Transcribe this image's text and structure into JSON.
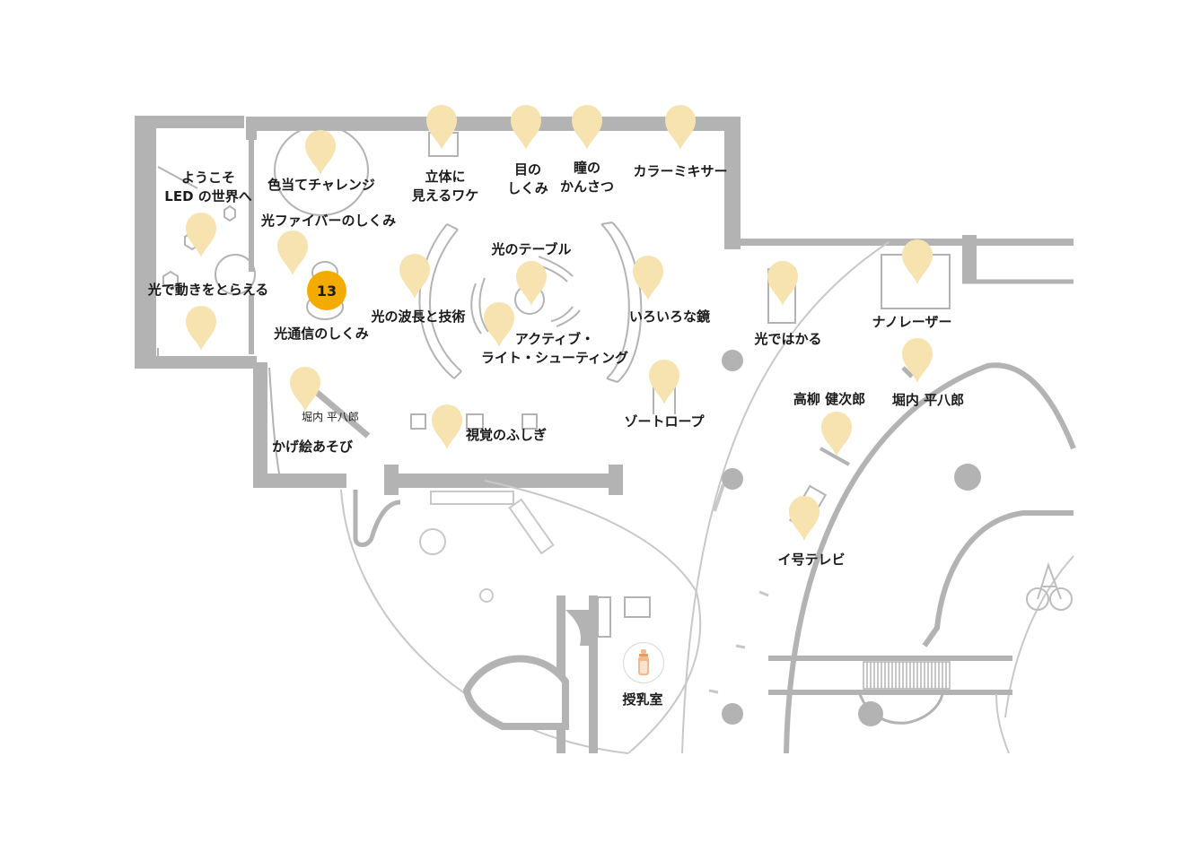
{
  "colors": {
    "wall": "#b3b3b3",
    "pin": "#f7e3b0",
    "badge": "#f3ab00",
    "line": "#9a9a9a",
    "text": "#1a1a1a"
  },
  "current_location_badge": "13",
  "exhibits": [
    {
      "id": "welcome",
      "label": "ようこそ\nLED の世界へ"
    },
    {
      "id": "color-challenge",
      "label": "色当てチャレンジ"
    },
    {
      "id": "fiber",
      "label": "光ファイバーのしくみ"
    },
    {
      "id": "motion",
      "label": "光で動きをとらえる"
    },
    {
      "id": "optical-comm",
      "label": "光通信のしくみ"
    },
    {
      "id": "stereo",
      "label": "立体に\n見えるワケ"
    },
    {
      "id": "eye",
      "label": "目の\nしくみ"
    },
    {
      "id": "pupil",
      "label": "瞳の\nかんさつ"
    },
    {
      "id": "color-mixer",
      "label": "カラーミキサー"
    },
    {
      "id": "light-table",
      "label": "光のテーブル"
    },
    {
      "id": "wavelength",
      "label": "光の波長と技術"
    },
    {
      "id": "active-shooting",
      "label": "アクティブ・\nライト・シューティング"
    },
    {
      "id": "mirrors",
      "label": "いろいろな鏡"
    },
    {
      "id": "measure",
      "label": "光ではかる"
    },
    {
      "id": "nano-laser",
      "label": "ナノレーザー"
    },
    {
      "id": "horiuchi-left",
      "label": "堀内 平八郎"
    },
    {
      "id": "shadow-play",
      "label": "かげ絵あそび"
    },
    {
      "id": "visual-wonder",
      "label": "視覚のふしぎ"
    },
    {
      "id": "zoetrope",
      "label": "ゾートロープ"
    },
    {
      "id": "takayanagi",
      "label": "高柳 健次郎"
    },
    {
      "id": "horiuchi-right",
      "label": "堀内 平八郎"
    },
    {
      "id": "i-tv",
      "label": "イ号テレビ"
    }
  ],
  "facilities": {
    "nursing_room": {
      "label": "授乳室",
      "icon": "baby-bottle-icon"
    }
  }
}
